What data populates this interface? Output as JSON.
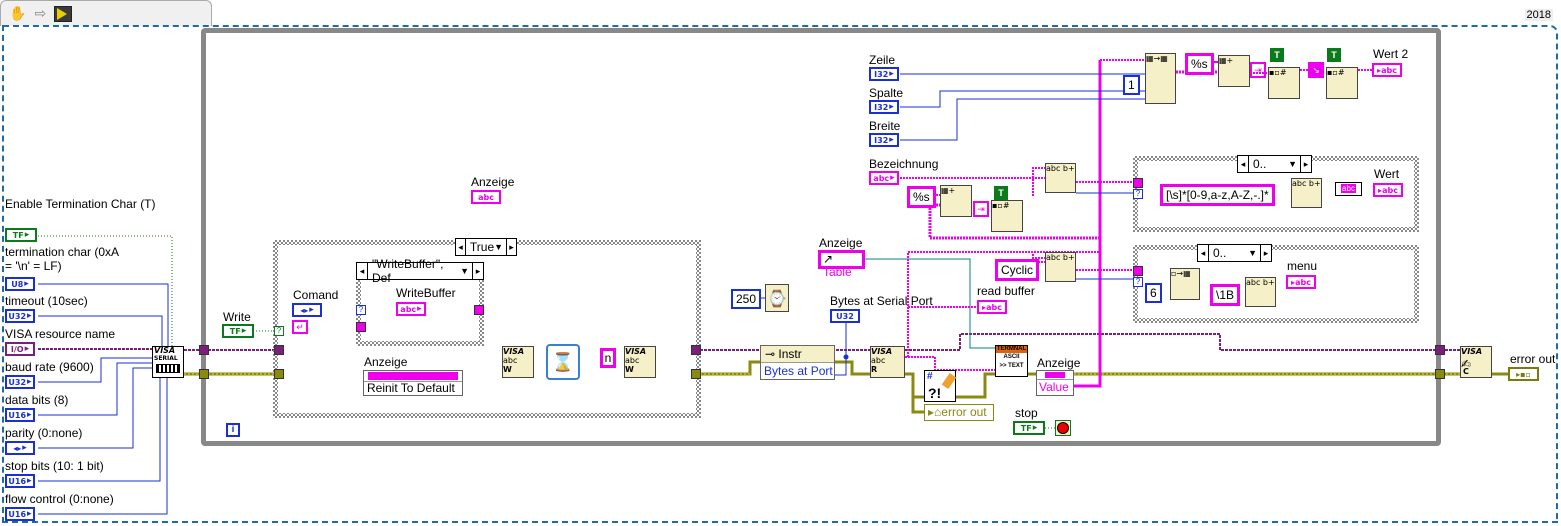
{
  "toolbar": {
    "icons": [
      "hand-tool-icon",
      "arrow-icon",
      "run-vi-icon"
    ]
  },
  "diagram": {
    "version_tag": "2018",
    "colors": {
      "boolean_wire": "#0a7a1a",
      "numeric_wire": "#1a2fd6",
      "visa_wire": "#7a1f7a",
      "string_wire": "#ee00ee",
      "error_wire": "#8a8a10",
      "loop_frame": "#888888",
      "subdiagram_border": "#1e6ba8",
      "node_bg": "#f5f0c8"
    },
    "config_controls": [
      {
        "label": "Enable Termination Char (T)",
        "type": "TF"
      },
      {
        "label": "termination char (0xA = '\\n' = LF)",
        "type": "U8"
      },
      {
        "label": "timeout (10sec)",
        "type": "U32"
      },
      {
        "label": "VISA resource name",
        "type": "I/O"
      },
      {
        "label": "baud rate (9600)",
        "type": "U32"
      },
      {
        "label": "data bits (8)",
        "type": "U16"
      },
      {
        "label": "parity (0:none)",
        "type": "enum"
      },
      {
        "label": "stop bits (10: 1 bit)",
        "type": "U16"
      },
      {
        "label": "flow control (0:none)",
        "type": "U16"
      }
    ],
    "visa_serial_label": "VISA",
    "visa_serial_sub": "SERIAL",
    "write_control": {
      "label": "Write",
      "type": "TF"
    },
    "loop_iteration": "i",
    "outer_case": {
      "selector": "True",
      "comand_label": "Comand",
      "inner_case_selector": "\"WriteBuffer\", Def",
      "writebuffer_label": "WriteBuffer",
      "writebuffer_type": "abc",
      "anzeige_label": "Anzeige",
      "reinit_label": "Reinit To Default",
      "n_constant": "n",
      "visa_write_label": "VISA",
      "visa_write_sub": "abc",
      "visa_write_mode": "W"
    },
    "anzeige_indicator": {
      "label": "Anzeige",
      "type": "abc"
    },
    "wait": {
      "value": "250"
    },
    "property_node": {
      "class": "Instr",
      "property": "Bytes at Port"
    },
    "bytes_indicator": {
      "label": "Bytes at Serial Port",
      "type": "U32"
    },
    "visa_read": {
      "label": "VISA",
      "sub": "abc",
      "mode": "R"
    },
    "anzeige_table": {
      "label": "Anzeige",
      "value": "Table"
    },
    "read_buffer": {
      "label": "read buffer",
      "type": "abc"
    },
    "error_out_inner": "error out",
    "terminal": {
      "header": "TERMNAL",
      "line1": "ASCII",
      "line2": ">> TEXT"
    },
    "anzeige_value": {
      "label": "Anzeige",
      "property": "Value"
    },
    "stop": {
      "label": "stop",
      "type": "TF"
    },
    "top_controls": [
      {
        "label": "Zeile",
        "type": "I32"
      },
      {
        "label": "Spalte",
        "type": "I32"
      },
      {
        "label": "Breite",
        "type": "I32"
      }
    ],
    "const_one": "1",
    "format_s_top": "%s",
    "true_const": "T",
    "wert2": {
      "label": "Wert 2",
      "type": "abc"
    },
    "bezeichnung": {
      "label": "Bezeichnung",
      "type": "abc"
    },
    "format_s_mid": "%s",
    "case_wert": {
      "selector": "0..",
      "regex": "[\\s]*[0-9,a-z,A-Z,-.]*",
      "out_type": "abc",
      "label": "Wert",
      "indicator_type": "abc"
    },
    "cyclic_const": "Cyclic",
    "case_menu": {
      "selector": "0..",
      "num_const": "6",
      "esc_const": "\\1B",
      "label": "menu",
      "indicator_type": "abc"
    },
    "visa_close": {
      "label": "VISA",
      "mode": "C"
    },
    "error_out": {
      "label": "error out"
    }
  }
}
